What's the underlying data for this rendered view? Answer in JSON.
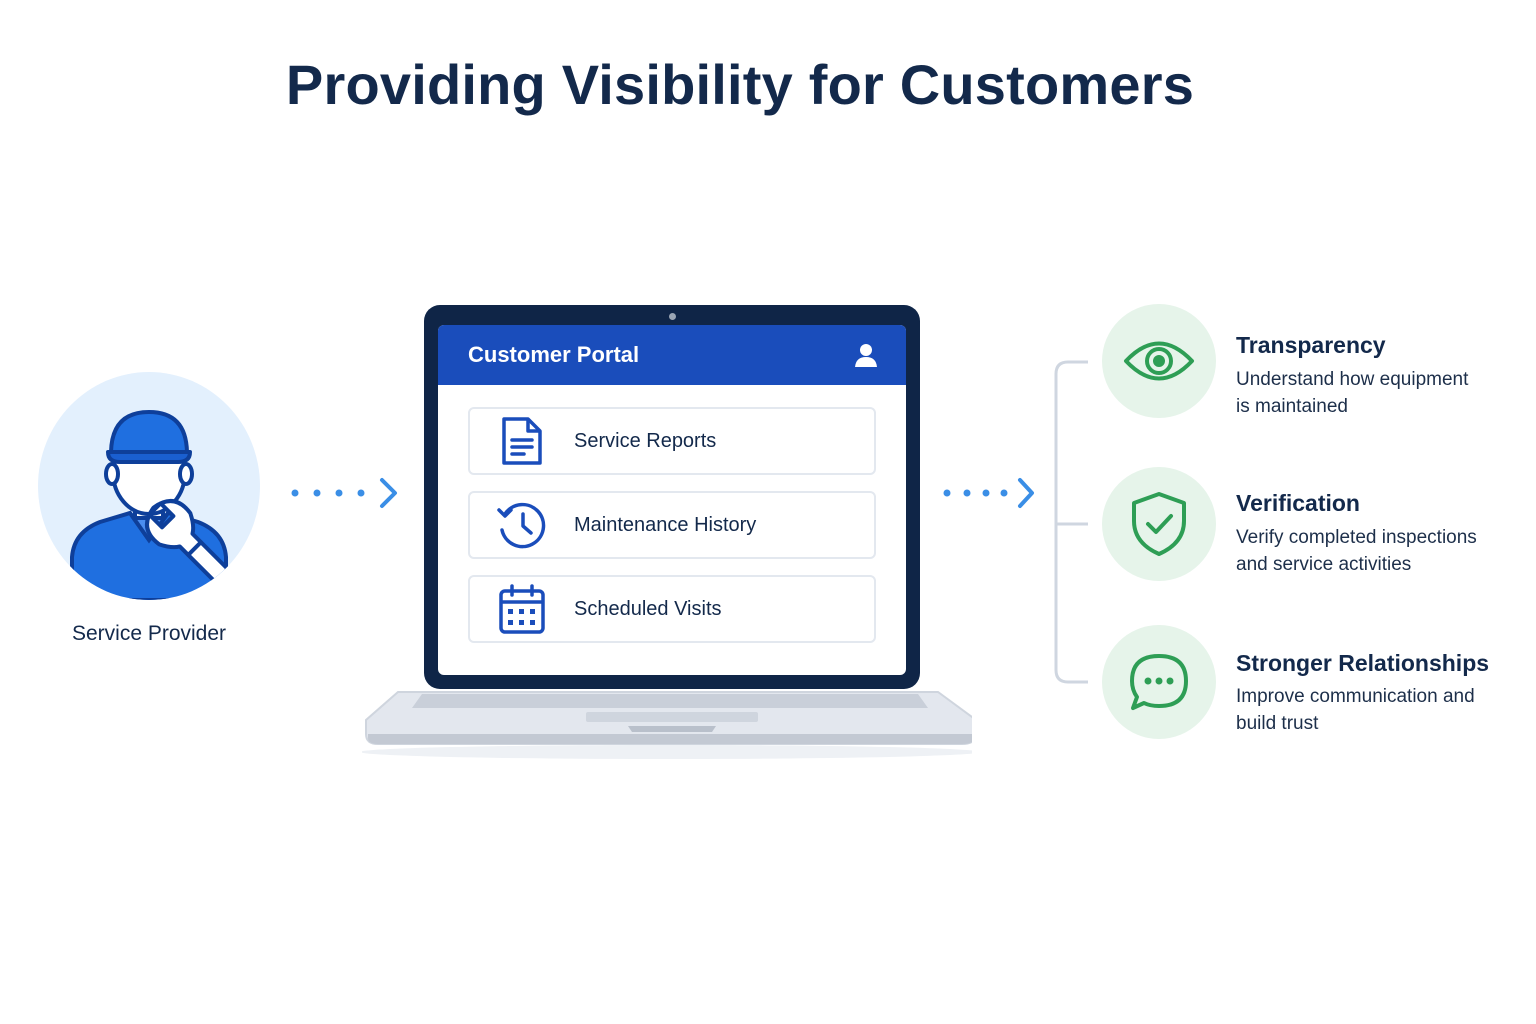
{
  "title": "Providing Visibility for Customers",
  "provider": {
    "label": "Service Provider",
    "icon": "technician-with-wrench-icon"
  },
  "portal": {
    "title": "Customer Portal",
    "user_icon": "user-icon",
    "items": [
      {
        "label": "Service Reports",
        "icon": "document-icon"
      },
      {
        "label": "Maintenance History",
        "icon": "history-clock-icon"
      },
      {
        "label": "Scheduled Visits",
        "icon": "calendar-icon"
      }
    ]
  },
  "benefits": [
    {
      "title": "Transparency",
      "line1": "Understand how equipment",
      "line2": "is maintained",
      "icon": "eye-icon"
    },
    {
      "title": "Verification",
      "line1": "Verify completed inspections",
      "line2": "and service activities",
      "icon": "shield-check-icon"
    },
    {
      "title": "Stronger Relationships",
      "line1": "Improve communication and",
      "line2": "build trust",
      "icon": "chat-bubble-icon"
    }
  ],
  "colors": {
    "navy": "#13294b",
    "portal_blue": "#1a4dbb",
    "provider_blue": "#1f6fe0",
    "benefit_green": "#2e9e55",
    "arrow_blue": "#3a8ee6"
  }
}
